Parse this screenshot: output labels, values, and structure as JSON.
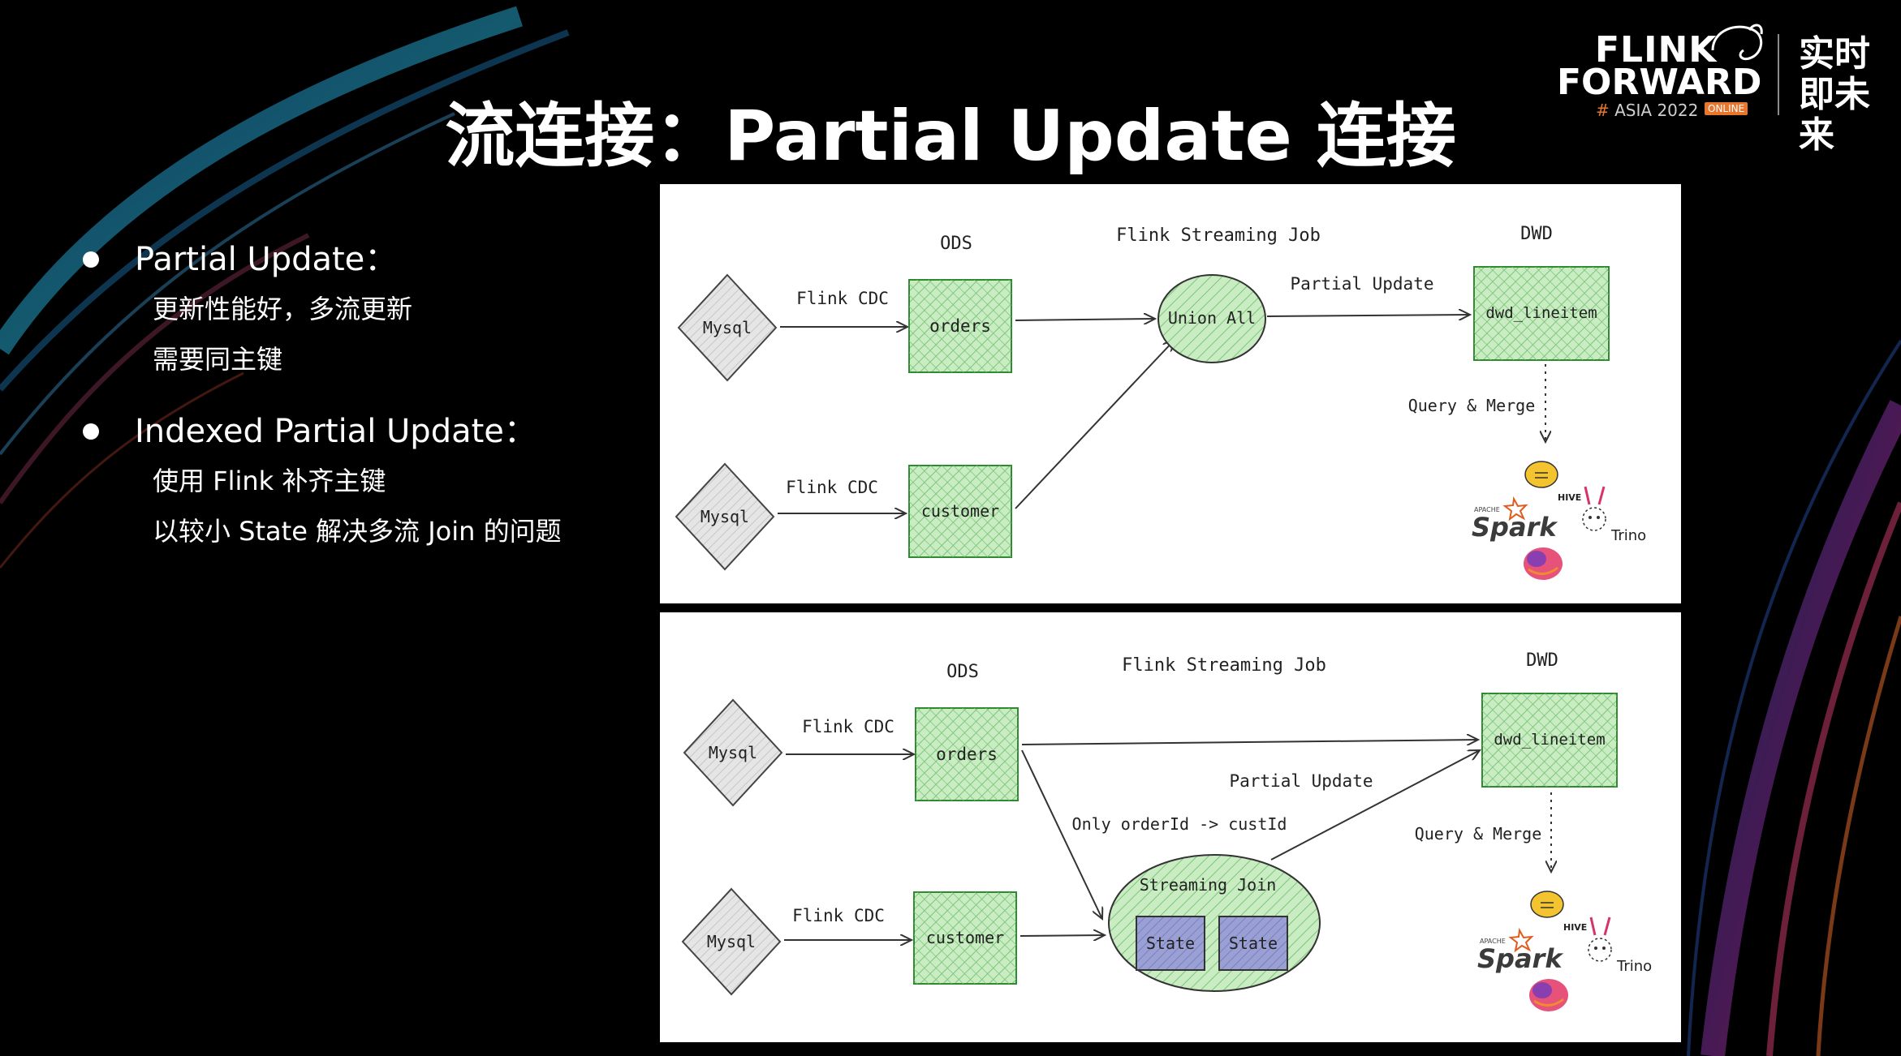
{
  "title": "流连接：Partial Update 连接",
  "logo": {
    "line1": "FLINK",
    "line2": "FORWARD",
    "hash": "#",
    "event": "ASIA 2022",
    "badge": "ONLINE",
    "chinese": "实时即未来"
  },
  "bullets": [
    {
      "heading": "Partial Update：",
      "subs": [
        "更新性能好，多流更新",
        "需要同主键"
      ]
    },
    {
      "heading": "Indexed Partial Update：",
      "subs": [
        "使用 Flink 补齐主键",
        "以较小 State 解决多流 Join 的问题"
      ]
    }
  ],
  "diagram1": {
    "ods": "ODS",
    "job": "Flink Streaming Job",
    "dwd": "DWD",
    "mysql_top": "Mysql",
    "mysql_bottom": "Mysql",
    "cdc_top": "Flink CDC",
    "cdc_bottom": "Flink CDC",
    "orders": "orders",
    "customer": "customer",
    "union": "Union All",
    "partial": "Partial Update",
    "dwd_table": "dwd_lineitem",
    "query": "Query & Merge",
    "spark": "Spark",
    "apache": "APACHE",
    "hive": "HIVE",
    "trino": "Trino"
  },
  "diagram2": {
    "ods": "ODS",
    "job": "Flink Streaming Job",
    "dwd": "DWD",
    "mysql_top": "Mysql",
    "mysql_bottom": "Mysql",
    "cdc_top": "Flink CDC",
    "cdc_bottom": "Flink CDC",
    "orders": "orders",
    "customer": "customer",
    "partial": "Partial Update",
    "only": "Only orderId -> custId",
    "join": "Streaming Join",
    "state1": "State",
    "state2": "State",
    "dwd_table": "dwd_lineitem",
    "query": "Query & Merge",
    "spark": "Spark",
    "apache": "APACHE",
    "hive": "HIVE",
    "trino": "Trino"
  },
  "colors": {
    "green_fill": "#c9ecc2",
    "green_stroke": "#2f8a32",
    "state_fill": "#9aa0d4",
    "diamond_fill": "#e5e5e5",
    "accent": "#e8762d"
  }
}
